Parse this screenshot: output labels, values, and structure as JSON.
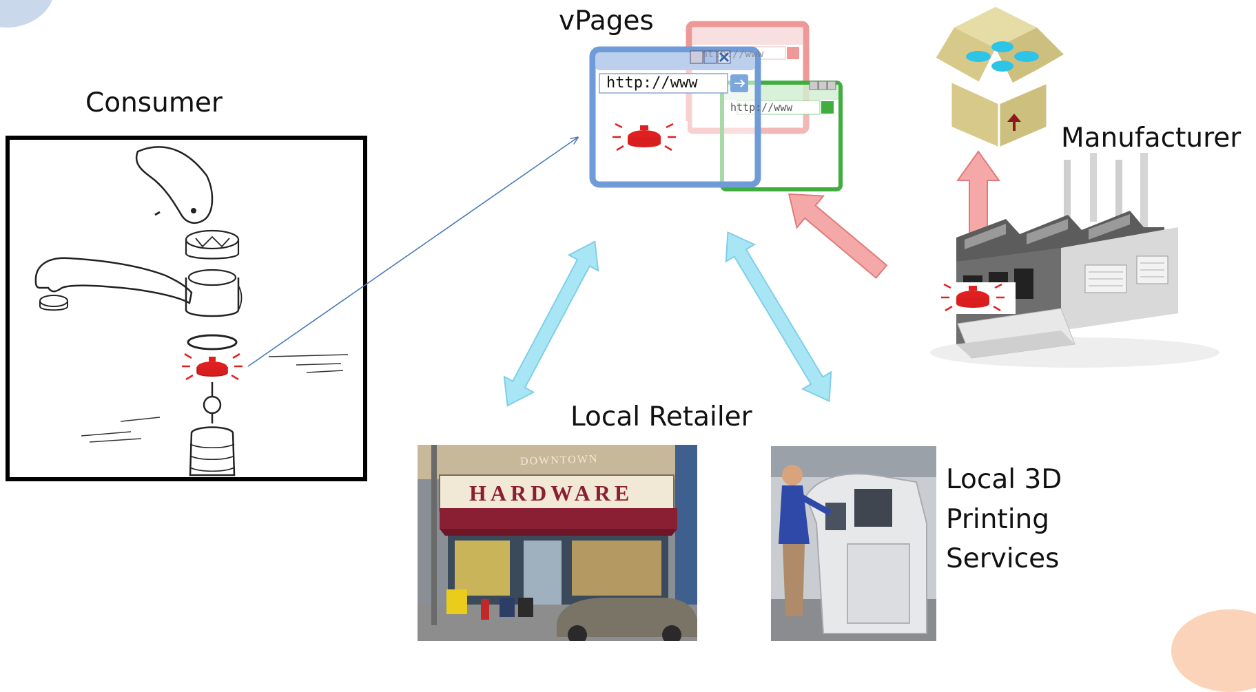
{
  "labels": {
    "consumer": "Consumer",
    "vpages": "vPages",
    "manufacturer": "Manufacturer",
    "local_retailer": "Local Retailer",
    "printing_line1": "Local 3D",
    "printing_line2": "Printing",
    "printing_line3": "Services"
  },
  "browser_windows": {
    "blue_url": "http://www",
    "red_url": "http://www",
    "green_url": "http://www"
  },
  "store_sign": {
    "top": "DOWNTOWN",
    "main": "HARDWARE"
  },
  "colors": {
    "cyan_arrow": "#a9e6f5",
    "cyan_arrow_stroke": "#7fcfe6",
    "red_arrow": "#f5a8a8",
    "red_arrow_stroke": "#e07a7a",
    "part_red": "#e02020",
    "consumer_link": "#4a78b8",
    "box_tan": "#d7c98a",
    "box_blue": "#2ec4e8",
    "window_blue": "#6f9bd8",
    "window_red": "#e24545",
    "window_green": "#3fae3f"
  }
}
